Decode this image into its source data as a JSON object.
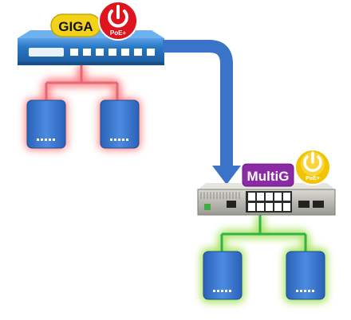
{
  "left_group": {
    "badge_label": "GIGA",
    "poe_label": "PoE+",
    "poe_color": "#e0141e",
    "glow_color": "#ff4b4b",
    "line_color": "#e06a78",
    "switch_color": "#2a78c5"
  },
  "arrow": {
    "color": "#3b73c8"
  },
  "right_group": {
    "badge_label": "MultiG",
    "badge_color": "#8a2aa5",
    "poe_label": "PoE+",
    "poe_color": "#f2c400",
    "glow_color": "#8ddc2a",
    "line_color": "#33b24a"
  },
  "ap_color": "#2f75cf"
}
